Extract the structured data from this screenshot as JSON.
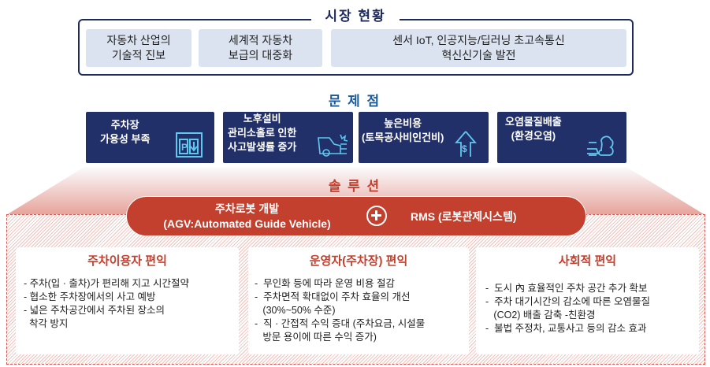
{
  "market": {
    "title": "시장 현황",
    "items": [
      [
        "자동차 산업의",
        "기술적 진보"
      ],
      [
        "세계적 자동차",
        "보급의 대중화"
      ],
      [
        "센서 IoT, 인공지능/딥러닝 초고속통신",
        "혁신신기술 발전"
      ]
    ]
  },
  "problems": {
    "title": "문 제 점",
    "items": [
      {
        "lines": [
          "주차장",
          "가용성 부족"
        ],
        "icon": "parking-icon"
      },
      {
        "lines": [
          "노후설비",
          "관리소홀로 인한",
          "사고발생률 증가"
        ],
        "icon": "car-crash-icon"
      },
      {
        "lines": [
          "높은비용",
          "(토목공사비인건비)"
        ],
        "icon": "cost-up-icon"
      },
      {
        "lines": [
          "오염물질배출",
          "(환경오염)"
        ],
        "icon": "exhaust-smoke-icon"
      }
    ]
  },
  "solution": {
    "title": "솔 루 션",
    "left": [
      "주차로봇 개발",
      "(AGV:Automated Guide Vehicle)"
    ],
    "right": "RMS  (로봇관제시스템)",
    "colors": {
      "red": "#c4402e",
      "navy": "#22306a"
    }
  },
  "benefits": [
    {
      "title": "주차이용자 편익",
      "items": [
        "- 주차(입 · 출차)가 편리해 지고 시간절약",
        "- 협소한 주차장에서의 사고 예방",
        "- 넓은 주차공간에서 주차된 장소의",
        "  착각 방지"
      ]
    },
    {
      "title": "운영자(주차장) 편익",
      "items": [
        "-  무인화 등에 따라 운영 비용 절감",
        "-  주차면적 확대없이 주차 효율의 개선",
        "   (30%~50% 수준)",
        "-  직 · 간접적 수익 증대 (주차요금, 시설물",
        "   방문 용이에 따른 수익 증가)"
      ]
    },
    {
      "title": "사회적 편익",
      "items": [
        "-  도시 內 효율적인 주차 공간 추가 확보",
        "-  주차 대기시간의 감소에 따른 오염물질",
        "   (CO2) 배출 감축 -친환경",
        "-  불법 주정차, 교통사고 등의 감소 효과"
      ]
    }
  ]
}
